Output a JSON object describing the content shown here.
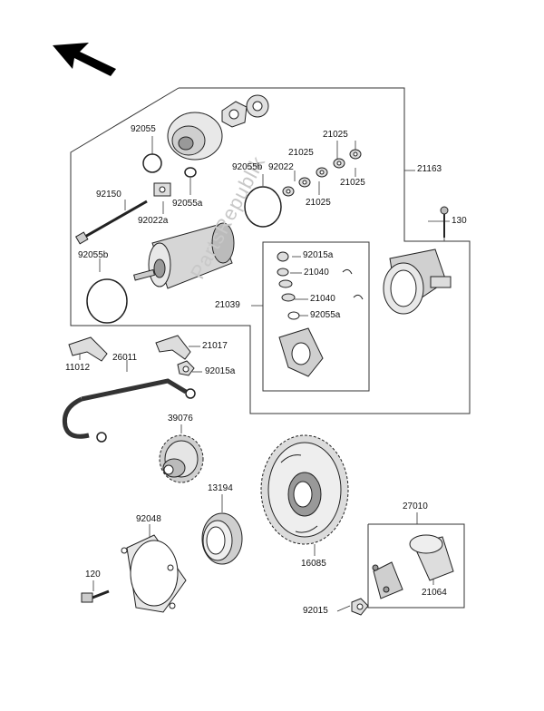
{
  "watermark": "PartsRepublik",
  "labels": {
    "l92055": "92055",
    "l21025a": "21025",
    "l21025b": "21025",
    "l92055b_top": "92055b",
    "l92022": "92022",
    "l21025c": "21025",
    "l21025d": "21025",
    "l21163": "21163",
    "l92150": "92150",
    "l92055a": "92055a",
    "l92022a": "92022a",
    "l130": "130",
    "l92055b": "92055b",
    "l92015a_top": "92015a",
    "l21040a": "21040",
    "l21039": "21039",
    "l21040b": "21040",
    "l92055a_inner": "92055a",
    "l21017": "21017",
    "l11012": "11012",
    "l26011": "26011",
    "l92015a": "92015a",
    "l39076": "39076",
    "l13194": "13194",
    "l92048": "92048",
    "l27010": "27010",
    "l16085": "16085",
    "l120": "120",
    "l21064": "21064",
    "l92015": "92015"
  }
}
